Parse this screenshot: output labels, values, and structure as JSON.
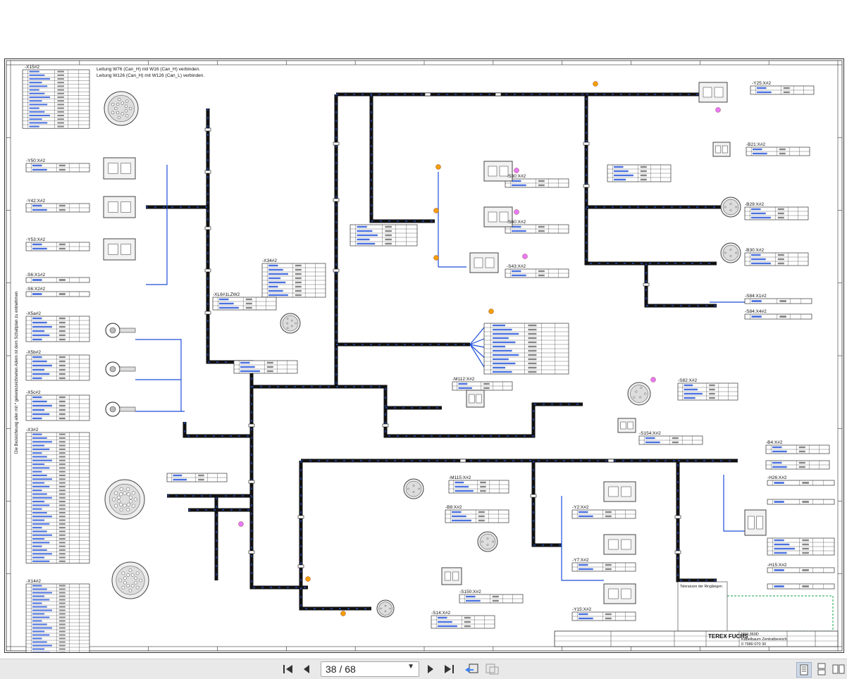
{
  "document": {
    "drawing_number": "0 7980 070 30",
    "brand": "TEREX FUCHS",
    "type_value": "MHL360D",
    "designation": "Kabelbaum Zentralbereich",
    "header_notes": [
      "Leitung W76 (Can_H) mit W16 (Can_H) verbinden.",
      "Leitung W126 (Can_H) mit W126 (Can_L) verbinden."
    ],
    "side_note": "Die Bezeichnung aller mit * gekennzeichneten Adern ist dem Schaltplan zu entnehmen",
    "legend_title": "Toleranzen der Ringlängen"
  },
  "connectors": [
    {
      "id": "X15",
      "label": "-X15#2",
      "pins": 16
    },
    {
      "id": "Y50",
      "label": "-Y50:X#2",
      "pins": 2
    },
    {
      "id": "Y42",
      "label": "-Y42:X#2",
      "pins": 2
    },
    {
      "id": "Y53",
      "label": "-Y53:X#2",
      "pins": 2
    },
    {
      "id": "S6",
      "label": "-S6:X1#2",
      "pins": 1
    },
    {
      "id": "S6b",
      "label": "-S6:X2#2",
      "pins": 1
    },
    {
      "id": "X5a",
      "label": "-X5a#2",
      "pins": 6
    },
    {
      "id": "X5b",
      "label": "-X5b#2",
      "pins": 6
    },
    {
      "id": "X5c",
      "label": "-X5c#2",
      "pins": 6
    },
    {
      "id": "X3",
      "label": "-X3#2",
      "pins": 35
    },
    {
      "id": "X14",
      "label": "-X14#2",
      "pins": 20
    },
    {
      "id": "X34",
      "label": "-X34#2",
      "pins": 8
    },
    {
      "id": "XL",
      "label": "-XL6#1LZW2",
      "pins": 4
    },
    {
      "id": "M112",
      "label": "-M112:X#2",
      "pins": 2
    },
    {
      "id": "S30",
      "label": "-S30:X#2",
      "pins": 2
    },
    {
      "id": "S60",
      "label": "-S60:X#2",
      "pins": 2
    },
    {
      "id": "S43",
      "label": "-S43:X#2",
      "pins": 2
    },
    {
      "id": "Y25",
      "label": "-Y25:X#2",
      "pins": 2
    },
    {
      "id": "B21",
      "label": "-B21:X#2",
      "pins": 2
    },
    {
      "id": "B29",
      "label": "-B29:X#2",
      "pins": 3
    },
    {
      "id": "B30",
      "label": "-B30:X#2",
      "pins": 3
    },
    {
      "id": "S84a",
      "label": "-S84:X1#2",
      "pins": 1
    },
    {
      "id": "S84b",
      "label": "-S84:X4#2",
      "pins": 1
    },
    {
      "id": "S82",
      "label": "-S82:X#2",
      "pins": 4
    },
    {
      "id": "S154",
      "label": "-S154:X#2",
      "pins": 2
    },
    {
      "id": "B4",
      "label": "-B4:X#2",
      "pins": 2
    },
    {
      "id": "H26",
      "label": "-H26:X#2",
      "pins": 1
    },
    {
      "id": "M115",
      "label": "-M115:X#2",
      "pins": 3
    },
    {
      "id": "B8",
      "label": "-B8:X#2",
      "pins": 3
    },
    {
      "id": "S150",
      "label": "-S150:X#2",
      "pins": 2
    },
    {
      "id": "S14",
      "label": "-S14:X#2",
      "pins": 3
    },
    {
      "id": "Y2",
      "label": "-Y2:X#2",
      "pins": 2
    },
    {
      "id": "Y7",
      "label": "-Y7:X#2",
      "pins": 2
    },
    {
      "id": "Y15",
      "label": "-Y15:X#2",
      "pins": 2
    },
    {
      "id": "H15",
      "label": "-H15:X#2",
      "pins": 1
    }
  ],
  "colors": {
    "wire": "#111111",
    "sheath": "#1e3a8a",
    "signal": "#1d4ed8",
    "annotation": "#c2410c",
    "marker": "#e879f9",
    "frame": "#333333",
    "green_note": "#16a34a"
  },
  "pager": {
    "current": "38",
    "total": "68",
    "display": "38 / 68",
    "icons": [
      "first-page-icon",
      "prev-page-icon",
      "next-page-icon",
      "last-page-icon",
      "go-back-icon",
      "go-forward-icon",
      "single-page-view-icon",
      "continuous-view-icon",
      "two-page-view-icon"
    ]
  }
}
